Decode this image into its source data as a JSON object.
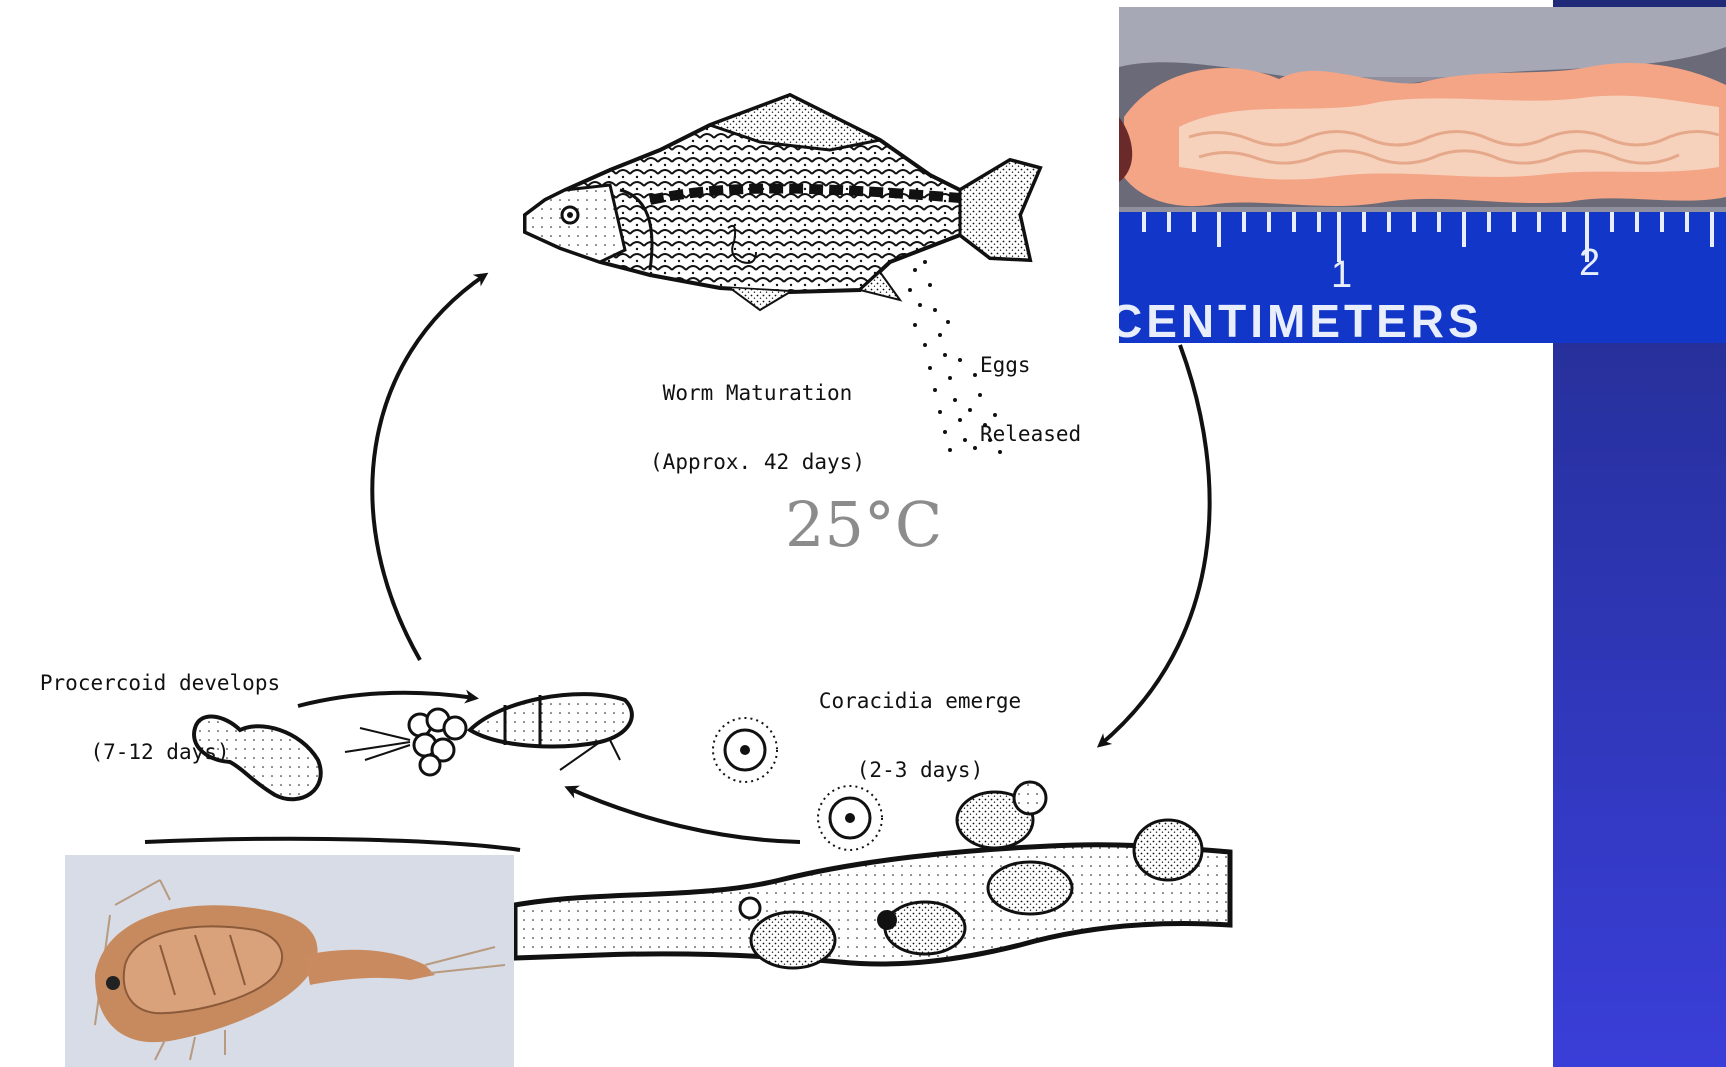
{
  "labels": {
    "worm_maturation": "Worm Maturation",
    "worm_maturation_time": "(Approx. 42 days)",
    "eggs": "Eggs",
    "released": "Released",
    "coracidia": "Coracidia emerge",
    "coracidia_time": "(2-3 days)",
    "procercoid": "Procercoid develops",
    "procercoid_time": "(7-12 days)",
    "temperature": "25°C"
  },
  "ruler": {
    "unit_label": "CENTIMETERS",
    "tick_1": "1",
    "tick_2": "2"
  },
  "colors": {
    "side_band_top": "#1f2a78",
    "side_band_bottom": "#3a3ed8",
    "ruler_blue": "#1236c8",
    "temperature_text": "#8c8c8c",
    "tapeworm_flesh": "#f3a585"
  }
}
